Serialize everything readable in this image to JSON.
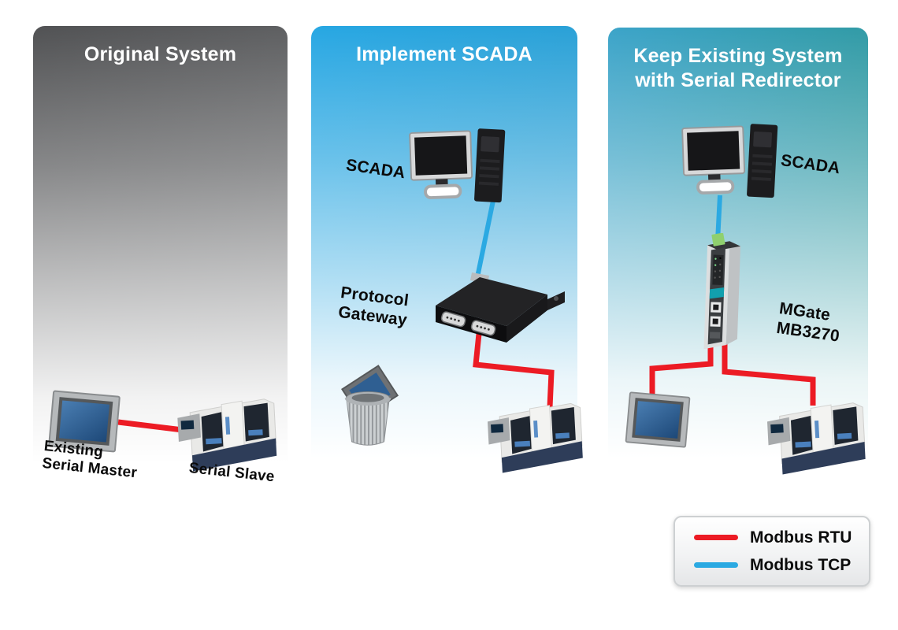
{
  "colors": {
    "modbus_rtu": "#EC1B24",
    "modbus_tcp": "#2BA9E2",
    "panel1_top": "#515254",
    "panel2_top": "#27A7E3",
    "panel3_top": "#3CA4C9"
  },
  "panels": [
    {
      "id": "original-system",
      "title": "Original System",
      "labels": {
        "master": "Existing\nSerial Master",
        "slave": "Serial Slave"
      }
    },
    {
      "id": "implement-scada",
      "title": "Implement SCADA",
      "labels": {
        "scada": "SCADA",
        "gateway": "Protocol\nGateway"
      }
    },
    {
      "id": "keep-existing-system",
      "title": "Keep Existing System\nwith Serial Redirector",
      "labels": {
        "scada": "SCADA",
        "mgate": "MGate\nMB3270"
      }
    }
  ],
  "icons": {
    "hmi": "hmi-panel-device",
    "machine": "cnc-machine-device",
    "computer": "scada-computer",
    "gateway": "protocol-gateway-box",
    "mgate": "mgate-mb3270-device",
    "trashcan": "trash-can"
  },
  "legend": {
    "items": [
      {
        "label": "Modbus RTU",
        "color": "#EC1B24"
      },
      {
        "label": "Modbus TCP",
        "color": "#2BA9E2"
      }
    ]
  }
}
